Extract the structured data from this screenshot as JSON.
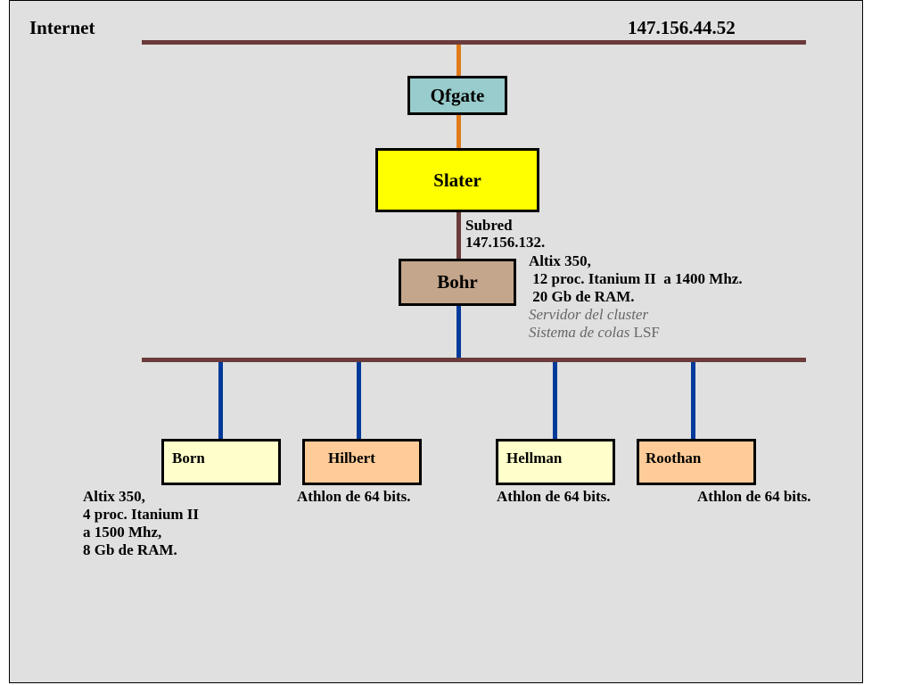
{
  "internet_label": "Internet",
  "internet_ip": "147.156.44.52",
  "colors": {
    "background": "#e0e0e0",
    "bus": "#6b3b3b",
    "orange_link": "#e07b1a",
    "blue_link": "#003a9a",
    "qfgate": "#99cccc",
    "slater": "#ffff00",
    "bohr": "#c4a68c",
    "light_yellow": "#ffffcc",
    "light_orange": "#ffcc99"
  },
  "nodes": {
    "qfgate": "Qfgate",
    "slater": "Slater",
    "bohr": "Bohr",
    "born": "Born",
    "hilbert": "Hilbert",
    "hellman": "Hellman",
    "roothan": "Roothan"
  },
  "subnet": {
    "line1": "Subred",
    "line2": "147.156.132."
  },
  "bohr_info": {
    "line1": "Altix 350,",
    "line2": " 12 proc. Itanium II  a 1400 Mhz.",
    "line3": " 20 Gb de RAM.",
    "line4": "Servidor del cluster",
    "line5_italic": "Sistema de colas ",
    "line5_normal": "LSF"
  },
  "born_info": {
    "line1": "Altix 350,",
    "line2": "4 proc. Itanium II",
    "line3": "a 1500 Mhz,",
    "line4": "8 Gb de RAM."
  },
  "hilbert_info": "Athlon de 64 bits.",
  "hellman_info": "Athlon de 64 bits.",
  "roothan_info": "Athlon de 64 bits."
}
